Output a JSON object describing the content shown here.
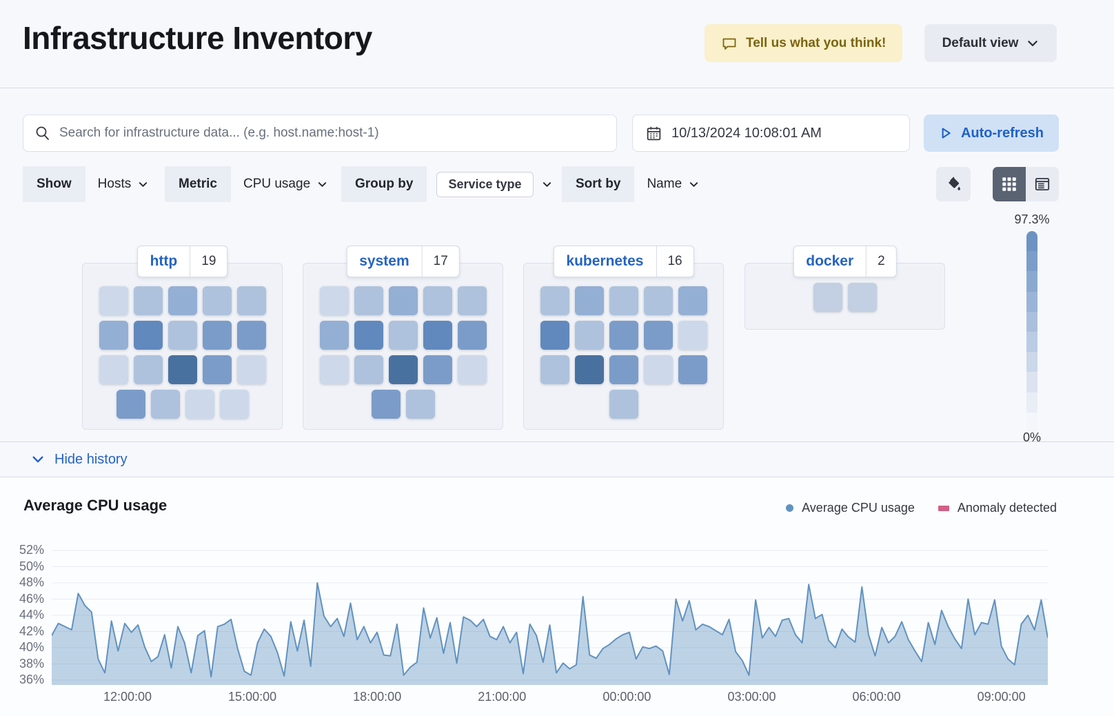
{
  "header": {
    "title": "Infrastructure Inventory",
    "feedback_label": "Tell us what you think!",
    "view_label": "Default view"
  },
  "toolbar": {
    "search_placeholder": "Search for infrastructure data... (e.g. host.name:host-1)",
    "datetime": "10/13/2024 10:08:01 AM",
    "auto_refresh_label": "Auto-refresh"
  },
  "filters": {
    "show_label": "Show",
    "show_value": "Hosts",
    "metric_label": "Metric",
    "metric_value": "CPU usage",
    "group_by_label": "Group by",
    "group_by_value": "Service type",
    "sort_by_label": "Sort by",
    "sort_by_value": "Name"
  },
  "icons": {
    "feedback": "speech-bubble",
    "view": "chevron-down",
    "search": "magnifier",
    "date": "calendar",
    "refresh": "play",
    "fill": "paint-bucket",
    "grid_view": "grid",
    "list_view": "table-list"
  },
  "waffle": {
    "palette": [
      "#cdd9ea",
      "#aec2dd",
      "#94afd4",
      "#7b9cc9",
      "#6189bd",
      "#49719f",
      "#c3cfe2"
    ],
    "groups": [
      {
        "name": "http",
        "count": "19",
        "rows": [
          [
            0,
            1,
            2,
            1,
            1
          ],
          [
            2,
            4,
            1,
            3,
            3
          ],
          [
            0,
            1,
            5,
            3,
            0
          ],
          [
            3,
            1,
            0,
            0
          ]
        ]
      },
      {
        "name": "system",
        "count": "17",
        "rows": [
          [
            0,
            1,
            2,
            1,
            1
          ],
          [
            2,
            4,
            1,
            4,
            3
          ],
          [
            0,
            1,
            5,
            3,
            0
          ],
          [
            3,
            1
          ]
        ]
      },
      {
        "name": "kubernetes",
        "count": "16",
        "rows": [
          [
            1,
            2,
            1,
            1,
            2
          ],
          [
            4,
            1,
            3,
            3,
            0
          ],
          [
            1,
            5,
            3,
            0,
            3
          ],
          [
            1
          ]
        ]
      },
      {
        "name": "docker",
        "count": "2",
        "rows": [
          [
            6,
            6
          ]
        ]
      }
    ],
    "scale": {
      "max_label": "97.3%",
      "min_label": "0%",
      "steps": [
        "#6d93c2",
        "#7b9dc9",
        "#8aa9d0",
        "#9ab4d7",
        "#aabfde",
        "#bacbe4",
        "#cbd7ea",
        "#dce2f0",
        "#e9edf5",
        "#f3f6fb"
      ]
    }
  },
  "history": {
    "toggle_label": "Hide history"
  },
  "chart_data": {
    "type": "area",
    "title": "Average CPU usage",
    "legend": [
      {
        "label": "Average CPU usage",
        "marker": "dot",
        "color": "#6092c0"
      },
      {
        "label": "Anomaly detected",
        "marker": "rect",
        "color": "#d36086"
      }
    ],
    "legend_position": "top-right",
    "grid": true,
    "line_color": "#6092c0",
    "fill_color": "rgba(96,146,192,0.4)",
    "ylim": [
      34.6,
      53.2
    ],
    "yticks": [
      "36%",
      "38%",
      "40%",
      "42%",
      "44%",
      "46%",
      "48%",
      "50%",
      "52%"
    ],
    "xticks": [
      "12:00:00",
      "15:00:00",
      "18:00:00",
      "21:00:00",
      "00:00:00",
      "03:00:00",
      "06:00:00",
      "09:00:00"
    ],
    "values": [
      41.5,
      43.0,
      42.6,
      42.2,
      46.7,
      45.2,
      44.4,
      38.6,
      36.9,
      43.3,
      39.6,
      43.0,
      41.9,
      42.8,
      40.1,
      38.3,
      38.9,
      41.6,
      37.5,
      42.6,
      40.6,
      36.9,
      41.5,
      42.1,
      36.4,
      42.6,
      42.9,
      43.5,
      39.9,
      37.1,
      36.6,
      40.6,
      42.3,
      41.4,
      39.4,
      36.5,
      43.2,
      39.6,
      43.4,
      37.7,
      48.0,
      43.9,
      42.6,
      43.6,
      41.4,
      45.5,
      41.0,
      42.6,
      40.6,
      41.9,
      39.1,
      39.0,
      42.9,
      36.6,
      37.6,
      38.2,
      44.9,
      41.2,
      43.7,
      39.3,
      43.1,
      38.1,
      43.8,
      43.4,
      42.6,
      43.5,
      41.4,
      41.0,
      42.6,
      40.6,
      41.9,
      36.8,
      42.9,
      41.5,
      38.2,
      42.8,
      36.9,
      38.1,
      37.4,
      37.9,
      46.3,
      39.1,
      38.7,
      39.9,
      40.4,
      41.1,
      41.6,
      41.9,
      38.6,
      40.1,
      39.9,
      40.2,
      39.6,
      36.7,
      46.0,
      43.3,
      45.8,
      42.2,
      42.9,
      42.6,
      42.1,
      41.6,
      43.5,
      39.5,
      38.4,
      36.6,
      45.9,
      41.2,
      42.5,
      41.4,
      43.4,
      43.6,
      41.6,
      40.6,
      47.8,
      43.6,
      44.1,
      40.9,
      40.0,
      42.3,
      41.3,
      40.7,
      47.5,
      41.6,
      39.0,
      42.5,
      40.6,
      41.4,
      43.2,
      41.0,
      39.6,
      38.3,
      43.1,
      40.4,
      44.6,
      42.6,
      41.1,
      39.9,
      46.0,
      41.6,
      43.1,
      42.9,
      45.9,
      40.2,
      38.6,
      37.9,
      42.9,
      44.0,
      42.2,
      45.9,
      41.2
    ]
  }
}
